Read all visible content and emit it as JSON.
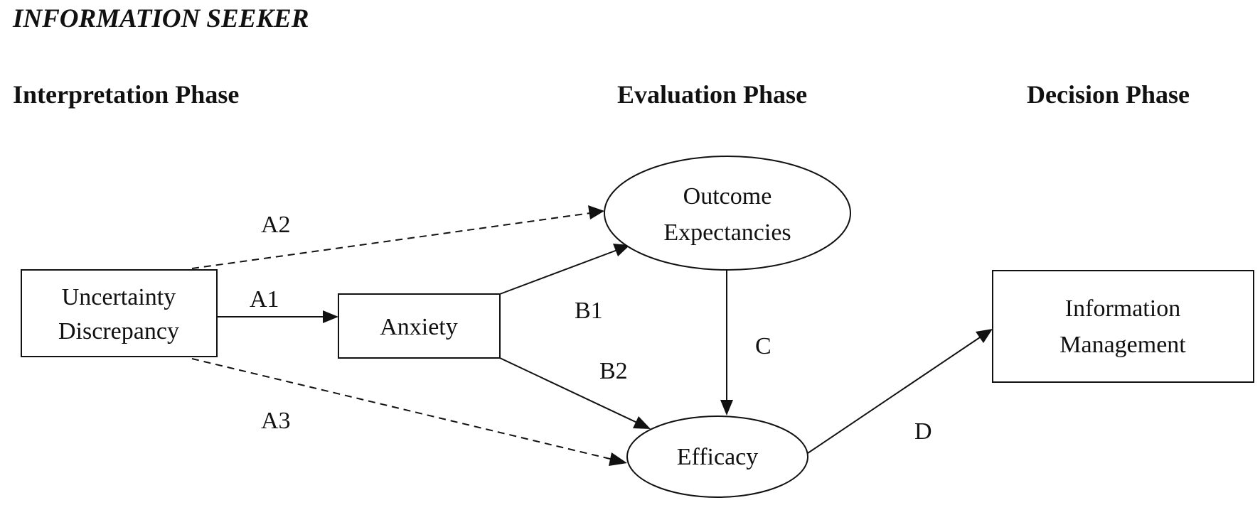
{
  "title": "INFORMATION SEEKER",
  "phases": {
    "interpretation": "Interpretation Phase",
    "evaluation": "Evaluation Phase",
    "decision": "Decision Phase"
  },
  "nodes": {
    "uncertainty": {
      "line1": "Uncertainty",
      "line2": "Discrepancy"
    },
    "anxiety": {
      "line1": "Anxiety"
    },
    "outcome": {
      "line1": "Outcome",
      "line2": "Expectancies"
    },
    "efficacy": {
      "line1": "Efficacy"
    },
    "information": {
      "line1": "Information",
      "line2": "Management"
    }
  },
  "edges": [
    {
      "id": "A1",
      "label": "A1",
      "from": "uncertainty",
      "to": "anxiety",
      "style": "solid"
    },
    {
      "id": "A2",
      "label": "A2",
      "from": "uncertainty",
      "to": "outcome",
      "style": "dashed"
    },
    {
      "id": "A3",
      "label": "A3",
      "from": "uncertainty",
      "to": "efficacy",
      "style": "dashed"
    },
    {
      "id": "B1",
      "label": "B1",
      "from": "anxiety",
      "to": "outcome",
      "style": "solid"
    },
    {
      "id": "B2",
      "label": "B2",
      "from": "anxiety",
      "to": "efficacy",
      "style": "solid"
    },
    {
      "id": "C",
      "label": "C",
      "from": "outcome",
      "to": "efficacy",
      "style": "solid"
    },
    {
      "id": "D",
      "label": "D",
      "from": "efficacy",
      "to": "information",
      "style": "solid"
    }
  ]
}
